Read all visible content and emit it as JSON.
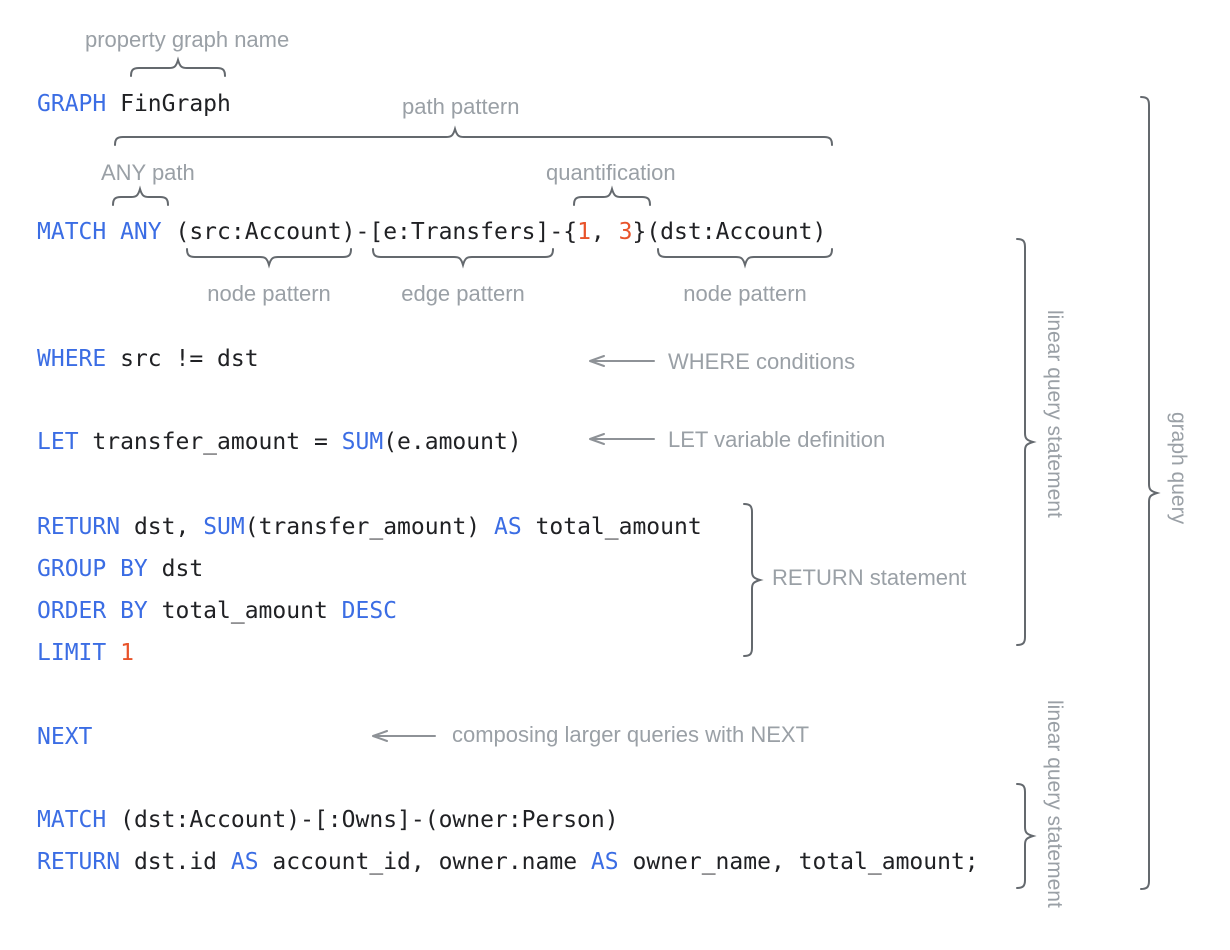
{
  "colors": {
    "keyword": "#3b6de4",
    "literal": "#e8532a",
    "code": "#202124",
    "label": "#9aa0a6",
    "brace": "#64696e",
    "arrow": "#8e9297"
  },
  "code_lines": {
    "graph": [
      "GRAPH ",
      "FinGraph"
    ],
    "match1": [
      "MATCH ANY ",
      "(src:Account)-[e:Transfers]-{",
      "1",
      ", ",
      "3",
      "}(dst:Account)"
    ],
    "where": [
      "WHERE ",
      "src != dst"
    ],
    "let": [
      "LET ",
      "transfer_amount = ",
      "SUM",
      "(e.amount)"
    ],
    "return1": [
      "RETURN ",
      "dst, ",
      "SUM",
      "(transfer_amount) ",
      "AS",
      " total_amount"
    ],
    "group": [
      "GROUP BY ",
      "dst"
    ],
    "order": [
      "ORDER BY ",
      "total_amount ",
      "DESC"
    ],
    "limit": [
      "LIMIT ",
      "1"
    ],
    "next": [
      "NEXT"
    ],
    "match2": [
      "MATCH ",
      "(dst:Account)-[:Owns]-(owner:Person)"
    ],
    "return2": [
      "RETURN ",
      "dst.id ",
      "AS",
      " account_id, owner.name ",
      "AS",
      " owner_name, total_amount;"
    ]
  },
  "labels": {
    "property_graph_name": "property graph name",
    "path_pattern": "path pattern",
    "any_path": "ANY path",
    "quantification": "quantification",
    "node_pattern_1": "node pattern",
    "edge_pattern": "edge pattern",
    "node_pattern_2": "node pattern",
    "where_conditions": "WHERE conditions",
    "let_variable": "LET variable definition",
    "return_statement": "RETURN statement",
    "next_note": "composing larger queries with NEXT",
    "linear_query_statement_1": "linear query statement",
    "graph_query": "graph query",
    "linear_query_statement_2": "linear query statement"
  }
}
